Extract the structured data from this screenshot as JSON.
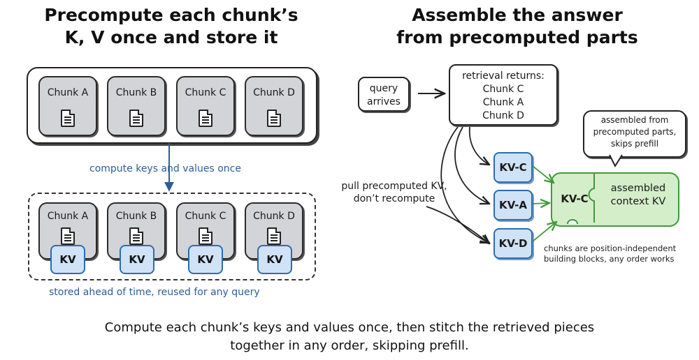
{
  "left": {
    "title_line1": "Precompute each chunk’s",
    "title_line2": "K, V once and store it",
    "top_chunks": [
      "Chunk A",
      "Chunk B",
      "Chunk C",
      "Chunk D"
    ],
    "compute_label": "compute keys and values once",
    "bottom_chunks": [
      "Chunk A",
      "Chunk B",
      "Chunk C",
      "Chunk D"
    ],
    "kv_label": "KV",
    "stored_label": "stored ahead of time, reused for any query"
  },
  "right": {
    "title_line1": "Assemble the answer",
    "title_line2": "from precomputed parts",
    "query_line1": "query",
    "query_line2": "arrives",
    "retrieval_header": "retrieval returns:",
    "retrieved": [
      "Chunk C",
      "Chunk A",
      "Chunk D"
    ],
    "pull_line1": "pull precomputed KV,",
    "pull_line2": "don’t recompute",
    "kv_blocks": [
      "KV-C",
      "KV-A",
      "KV-D"
    ],
    "assembled_piece": "KV-C",
    "assembled_line1": "assembled",
    "assembled_line2": "context KV",
    "bubble_line1": "assembled from",
    "bubble_line2": "precomputed parts,",
    "bubble_line3": "skips prefill",
    "note_line1": "chunks are position-independent",
    "note_line2": "building blocks, any order works"
  },
  "caption_line1": "Compute each chunk’s keys and values once, then stitch the retrieved pieces",
  "caption_line2": "together in any order, skipping prefill.",
  "colors": {
    "chunk_fill": "#d2d4d8",
    "kv_fill": "#cfe2f6",
    "kv_border": "#2d6cb0",
    "assembled_fill": "#d3eec9",
    "assembled_border": "#3f9a3a",
    "annotation_blue": "#2c5d9a"
  },
  "icons": [
    "document-icon",
    "arrow-icon",
    "speech-bubble-icon",
    "puzzle-piece-icon"
  ]
}
